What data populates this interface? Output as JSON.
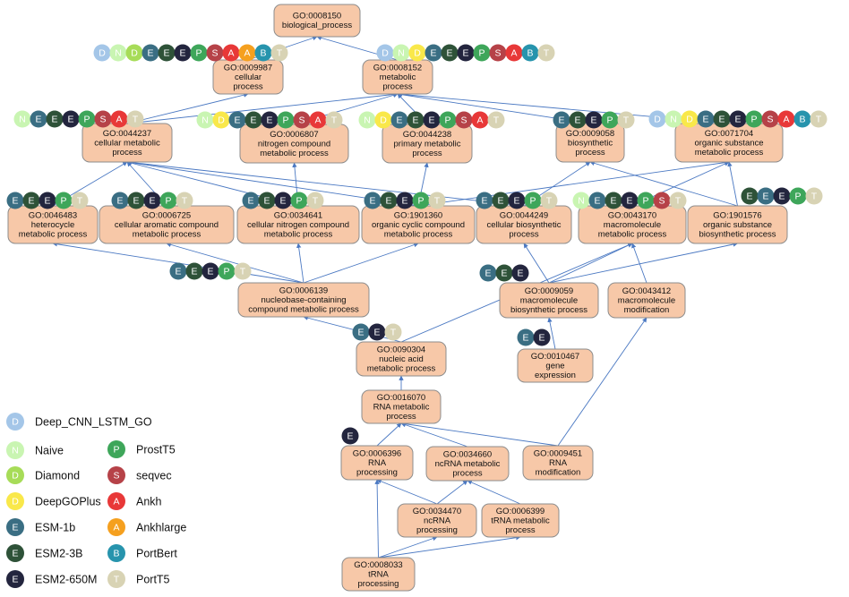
{
  "methods": {
    "D1": {
      "letter": "D",
      "name": "Deep_CNN_LSTM_GO",
      "color": "#a4c6e8"
    },
    "N": {
      "letter": "N",
      "name": "Naive",
      "color": "#c9f5b2"
    },
    "D2": {
      "letter": "D",
      "name": "Diamond",
      "color": "#a7dc58"
    },
    "D3": {
      "letter": "D",
      "name": "DeepGOPlus",
      "color": "#f9e84a"
    },
    "E1": {
      "letter": "E",
      "name": "ESM-1b",
      "color": "#3a6e83"
    },
    "E2": {
      "letter": "E",
      "name": "ESM2-3B",
      "color": "#2e5238"
    },
    "E3": {
      "letter": "E",
      "name": "ESM2-650M",
      "color": "#23253e"
    },
    "P": {
      "letter": "P",
      "name": "ProstT5",
      "color": "#3ea65a"
    },
    "S": {
      "letter": "S",
      "name": "seqvec",
      "color": "#b64248"
    },
    "A1": {
      "letter": "A",
      "name": "Ankh",
      "color": "#e83838"
    },
    "A2": {
      "letter": "A",
      "name": "Ankhlarge",
      "color": "#f5a01f"
    },
    "B": {
      "letter": "B",
      "name": "PortBert",
      "color": "#2794ad"
    },
    "T": {
      "letter": "T",
      "name": "PortT5",
      "color": "#d8d3b4"
    }
  },
  "legend_left": [
    "D1",
    "N",
    "D2",
    "D3",
    "E1",
    "E2",
    "E3"
  ],
  "legend_right": [
    "P",
    "S",
    "A1",
    "A2",
    "B",
    "T"
  ],
  "nodes": [
    {
      "id": "n8150",
      "lines": [
        "GO:0008150",
        "biological_process"
      ]
    },
    {
      "id": "n9987",
      "lines": [
        "GO:0009987",
        "cellular",
        "process"
      ]
    },
    {
      "id": "n8152",
      "lines": [
        "GO:0008152",
        "metabolic",
        "process"
      ]
    },
    {
      "id": "n44237",
      "lines": [
        "GO:0044237",
        "cellular metabolic",
        "process"
      ]
    },
    {
      "id": "n6807",
      "lines": [
        "GO:0006807",
        "nitrogen compound",
        "metabolic process"
      ]
    },
    {
      "id": "n44238",
      "lines": [
        "GO:0044238",
        "primary metabolic",
        "process"
      ]
    },
    {
      "id": "n9058",
      "lines": [
        "GO:0009058",
        "biosynthetic",
        "process"
      ]
    },
    {
      "id": "n71704",
      "lines": [
        "GO:0071704",
        "organic substance",
        "metabolic process"
      ]
    },
    {
      "id": "n46483",
      "lines": [
        "GO:0046483",
        "heterocycle",
        "metabolic process"
      ]
    },
    {
      "id": "n6725",
      "lines": [
        "GO:0006725",
        "cellular aromatic compound",
        "metabolic process"
      ]
    },
    {
      "id": "n34641",
      "lines": [
        "GO:0034641",
        "cellular nitrogen compound",
        "metabolic process"
      ]
    },
    {
      "id": "n1901360",
      "lines": [
        "GO:1901360",
        "organic cyclic compound",
        "metabolic process"
      ]
    },
    {
      "id": "n44249",
      "lines": [
        "GO:0044249",
        "cellular biosynthetic",
        "process"
      ]
    },
    {
      "id": "n43170",
      "lines": [
        "GO:0043170",
        "macromolecule",
        "metabolic process"
      ]
    },
    {
      "id": "n1901576",
      "lines": [
        "GO:1901576",
        "organic substance",
        "biosynthetic process"
      ]
    },
    {
      "id": "n6139",
      "lines": [
        "GO:0006139",
        "nucleobase-containing",
        "compound metabolic process"
      ]
    },
    {
      "id": "n9059",
      "lines": [
        "GO:0009059",
        "macromolecule",
        "biosynthetic process"
      ]
    },
    {
      "id": "n43412",
      "lines": [
        "GO:0043412",
        "macromolecule",
        "modification"
      ]
    },
    {
      "id": "n90304",
      "lines": [
        "GO:0090304",
        "nucleic acid",
        "metabolic process"
      ]
    },
    {
      "id": "n10467",
      "lines": [
        "GO:0010467",
        "gene",
        "expression"
      ]
    },
    {
      "id": "n16070",
      "lines": [
        "GO:0016070",
        "RNA metabolic",
        "process"
      ]
    },
    {
      "id": "n6396",
      "lines": [
        "GO:0006396",
        "RNA",
        "processing"
      ]
    },
    {
      "id": "n34660",
      "lines": [
        "GO:0034660",
        "ncRNA metabolic",
        "process"
      ]
    },
    {
      "id": "n9451",
      "lines": [
        "GO:0009451",
        "RNA",
        "modification"
      ]
    },
    {
      "id": "n34470",
      "lines": [
        "GO:0034470",
        "ncRNA",
        "processing"
      ]
    },
    {
      "id": "n6399",
      "lines": [
        "GO:0006399",
        "tRNA metabolic",
        "process"
      ]
    },
    {
      "id": "n8033",
      "lines": [
        "GO:0008033",
        "tRNA",
        "processing"
      ]
    }
  ],
  "edges": [
    [
      "n9987",
      "n8150"
    ],
    [
      "n8152",
      "n8150"
    ],
    [
      "n44237",
      "n9987"
    ],
    [
      "n44237",
      "n8152"
    ],
    [
      "n6807",
      "n8152"
    ],
    [
      "n44238",
      "n8152"
    ],
    [
      "n9058",
      "n8152"
    ],
    [
      "n71704",
      "n8152"
    ],
    [
      "n46483",
      "n44237"
    ],
    [
      "n6725",
      "n44237"
    ],
    [
      "n34641",
      "n44237"
    ],
    [
      "n1901360",
      "n44237"
    ],
    [
      "n44249",
      "n44237"
    ],
    [
      "n34641",
      "n6807"
    ],
    [
      "n1901360",
      "n44238"
    ],
    [
      "n1901360",
      "n71704"
    ],
    [
      "n44249",
      "n9058"
    ],
    [
      "n43170",
      "n71704"
    ],
    [
      "n1901576",
      "n9058"
    ],
    [
      "n1901576",
      "n71704"
    ],
    [
      "n6139",
      "n46483"
    ],
    [
      "n6139",
      "n6725"
    ],
    [
      "n6139",
      "n34641"
    ],
    [
      "n6139",
      "n1901360"
    ],
    [
      "n9059",
      "n44249"
    ],
    [
      "n9059",
      "n43170"
    ],
    [
      "n9059",
      "n1901576"
    ],
    [
      "n43412",
      "n43170"
    ],
    [
      "n90304",
      "n6139"
    ],
    [
      "n90304",
      "n43170"
    ],
    [
      "n10467",
      "n9059"
    ],
    [
      "n16070",
      "n90304"
    ],
    [
      "n6396",
      "n16070"
    ],
    [
      "n34660",
      "n16070"
    ],
    [
      "n9451",
      "n16070"
    ],
    [
      "n9451",
      "n43412"
    ],
    [
      "n34470",
      "n6396"
    ],
    [
      "n34470",
      "n34660"
    ],
    [
      "n6399",
      "n34660"
    ],
    [
      "n8033",
      "n6396"
    ],
    [
      "n8033",
      "n34470"
    ],
    [
      "n8033",
      "n6399"
    ]
  ],
  "badge_groups": [
    {
      "node": "n8150",
      "side": "left",
      "methods": [
        "D1",
        "N",
        "D2",
        "E1",
        "E2",
        "E3",
        "P",
        "S",
        "A1",
        "A2",
        "B",
        "T"
      ]
    },
    {
      "node": "n8150",
      "side": "right",
      "methods": [
        "D1",
        "N",
        "D3",
        "E1",
        "E2",
        "E3",
        "P",
        "S",
        "A1",
        "B",
        "T"
      ]
    },
    {
      "node": "n44237",
      "methods": [
        "N",
        "E1",
        "E2",
        "E3",
        "P",
        "S",
        "A1",
        "T"
      ]
    },
    {
      "node": "n6807",
      "methods": [
        "N",
        "D3",
        "E1",
        "E2",
        "E3",
        "P",
        "S",
        "A1",
        "T"
      ]
    },
    {
      "node": "n44238",
      "methods": [
        "N",
        "D3",
        "E1",
        "E2",
        "E3",
        "P",
        "S",
        "A1",
        "T"
      ]
    },
    {
      "node": "n9058",
      "methods": [
        "E1",
        "E2",
        "E3",
        "P",
        "T"
      ]
    },
    {
      "node": "n71704",
      "methods": [
        "D1",
        "N",
        "D3",
        "E1",
        "E2",
        "E3",
        "P",
        "S",
        "A1",
        "B",
        "T"
      ]
    },
    {
      "node": "n46483",
      "methods": [
        "E1",
        "E2",
        "E3",
        "P",
        "T"
      ]
    },
    {
      "node": "n6725",
      "methods": [
        "E1",
        "E2",
        "E3",
        "P",
        "T"
      ]
    },
    {
      "node": "n34641",
      "methods": [
        "E1",
        "E2",
        "E3",
        "P",
        "T"
      ]
    },
    {
      "node": "n1901360",
      "methods": [
        "E1",
        "E2",
        "E3",
        "P",
        "T"
      ]
    },
    {
      "node": "n44249",
      "methods": [
        "E1",
        "E2",
        "E3",
        "P",
        "T"
      ]
    },
    {
      "node": "n43170",
      "methods": [
        "N",
        "E1",
        "E2",
        "E3",
        "P",
        "S",
        "T"
      ]
    },
    {
      "node": "n1901576",
      "methods": [
        "E2",
        "E1",
        "E3",
        "P",
        "T"
      ]
    },
    {
      "node": "n6139",
      "methods": [
        "E1",
        "E2",
        "E3",
        "P",
        "T"
      ]
    },
    {
      "node": "n9059",
      "methods": [
        "E1",
        "E2",
        "E3"
      ]
    },
    {
      "node": "n90304",
      "methods": [
        "E1",
        "E3",
        "T"
      ]
    },
    {
      "node": "n10467",
      "methods": [
        "E1",
        "E3"
      ]
    },
    {
      "node": "n6396",
      "methods": [
        "E3"
      ]
    }
  ]
}
